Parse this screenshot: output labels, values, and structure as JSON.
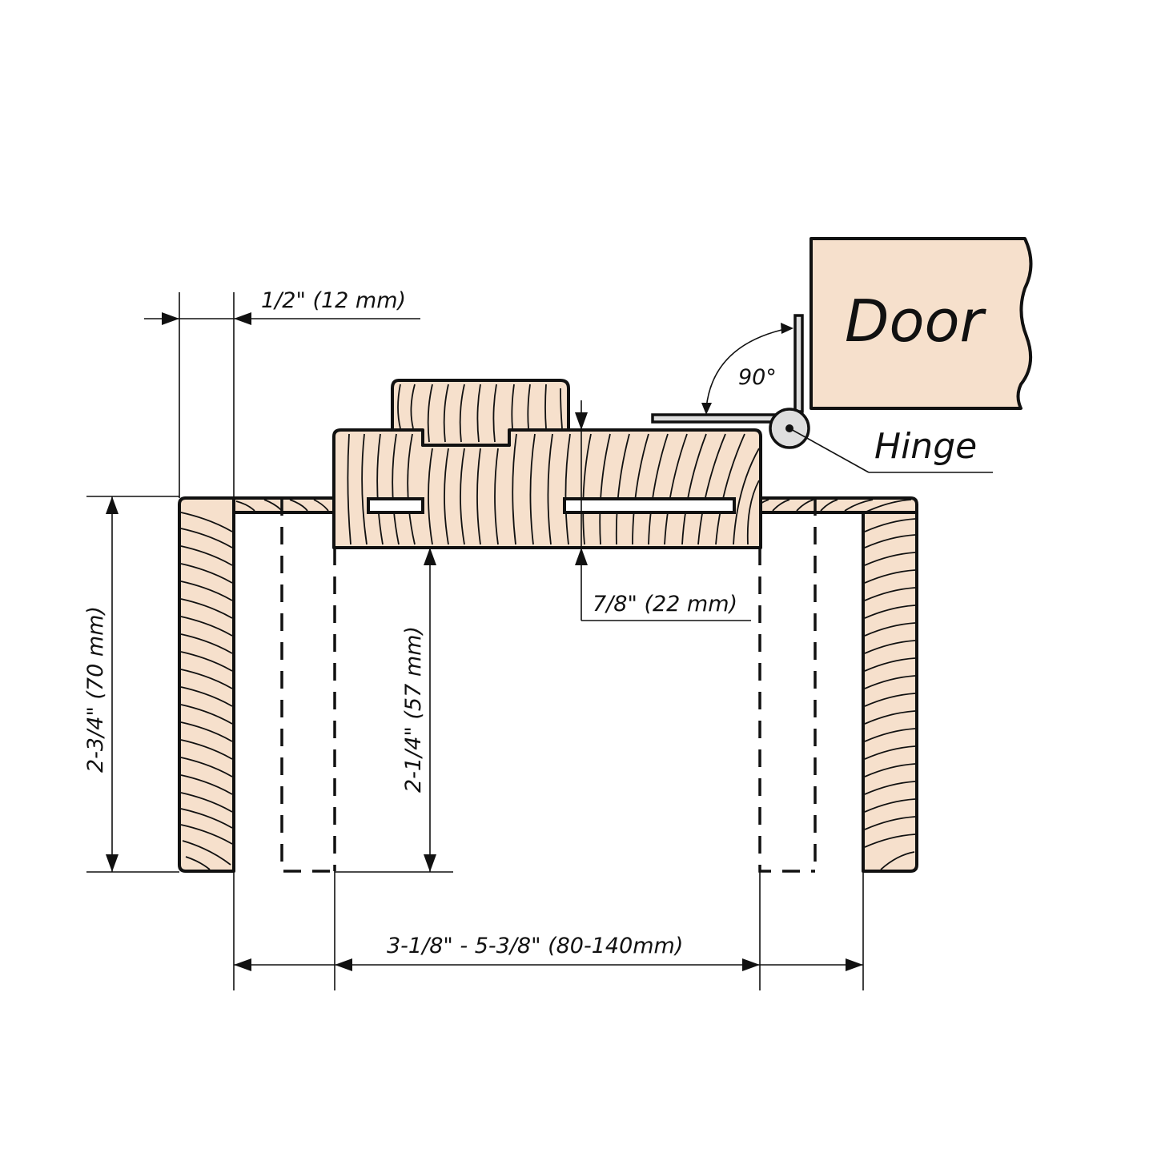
{
  "diagram": {
    "title": "Door frame jamb section with hinge",
    "colors": {
      "wood": "#f6e0cc",
      "line": "#111111",
      "metal": "#dedede",
      "background": "#ffffff"
    },
    "labels": {
      "door": "Door",
      "hinge": "Hinge",
      "angle": "90°"
    },
    "dimensions": {
      "casing_offset": "1/2\"  (12 mm)",
      "frame_depth": "2-3/4\" (70 mm)",
      "jamb_depth": "2-1/4\" (57 mm)",
      "stop_thickness": "7/8\" (22 mm)",
      "wall_thickness": "3-1/8\" - 5-3/8\"  (80-140mm)"
    },
    "parts": [
      {
        "name": "door-leaf",
        "label": "Door"
      },
      {
        "name": "hinge",
        "label": "Hinge"
      },
      {
        "name": "door-stop"
      },
      {
        "name": "jamb"
      },
      {
        "name": "left-casing"
      },
      {
        "name": "right-casing"
      },
      {
        "name": "extension-boards"
      }
    ]
  }
}
